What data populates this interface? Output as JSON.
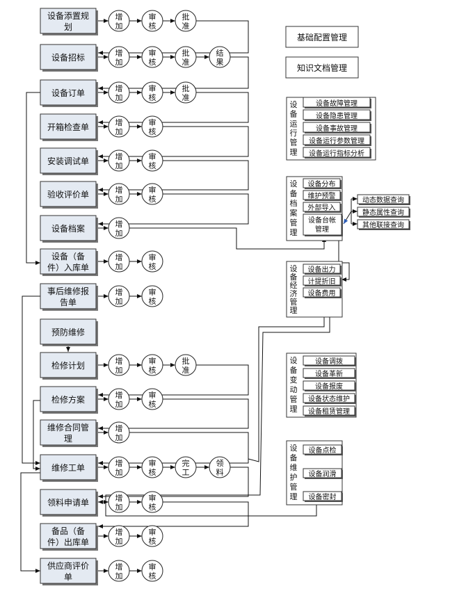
{
  "processes": [
    {
      "label": [
        "设备添置规",
        "划"
      ],
      "steps": [
        "增加",
        "审核",
        "批准"
      ]
    },
    {
      "label": [
        "设备招标"
      ],
      "steps": [
        "增加",
        "审核",
        "批准",
        "结果"
      ]
    },
    {
      "label": [
        "设备订单"
      ],
      "steps": [
        "增加",
        "审核",
        "批准"
      ]
    },
    {
      "label": [
        "开箱检查单"
      ],
      "steps": [
        "增加",
        "审核"
      ]
    },
    {
      "label": [
        "安装调试单"
      ],
      "steps": [
        "增加",
        "审核"
      ]
    },
    {
      "label": [
        "验收评价单"
      ],
      "steps": [
        "增加",
        "审核"
      ]
    },
    {
      "label": [
        "设备档案"
      ],
      "steps": [
        "增加"
      ]
    },
    {
      "label": [
        "设备（备",
        "件）入库单"
      ],
      "steps": [
        "增加",
        "审核"
      ]
    },
    {
      "label": [
        "事后维修报",
        "告单"
      ],
      "steps": [
        "增加",
        "审核"
      ]
    },
    {
      "label": [
        "预防维修"
      ],
      "steps": []
    },
    {
      "label": [
        "检修计划"
      ],
      "steps": [
        "增加",
        "审核",
        "批准"
      ]
    },
    {
      "label": [
        "检修方案"
      ],
      "steps": [
        "增加",
        "审核"
      ]
    },
    {
      "label": [
        "维修合同管",
        "理"
      ],
      "steps": [
        "增加"
      ]
    },
    {
      "label": [
        "维修工单"
      ],
      "steps": [
        "增加",
        "审核",
        "完工",
        "领料"
      ]
    },
    {
      "label": [
        "领料申请单"
      ],
      "steps": [
        "增加",
        "审核"
      ]
    },
    {
      "label": [
        "备品（备",
        "件）出库单"
      ],
      "steps": [
        "增加",
        "审核"
      ]
    },
    {
      "label": [
        "供应商评价",
        "单"
      ],
      "steps": [
        "增加",
        "审核"
      ]
    }
  ],
  "top_boxes": [
    "基础配置管理",
    "知识文档管理"
  ],
  "groups": [
    {
      "title": "设备运行管理",
      "items": [
        "设备故障管理",
        "设备隐患管理",
        "设备事故管理",
        "设备运行参数管理",
        "设备运行指标分析"
      ]
    },
    {
      "title": "设备档案管理",
      "items": [
        "设备分布",
        "维护预警",
        "外部导入"
      ],
      "main_item": [
        "设备台帐",
        "管理"
      ]
    },
    {
      "title": "设备经济管理",
      "items": [
        "设备出力",
        "计提折旧",
        "设备费用"
      ]
    },
    {
      "title": "设备变动管理",
      "items": [
        "设备调拨",
        "设备革新",
        "设备报废",
        "设备状态维护",
        "设备租赁管理"
      ]
    },
    {
      "title": "设备维护管理",
      "items": [
        "设备点检",
        "设备润滑",
        "设备密封"
      ]
    }
  ],
  "query_items": [
    "动态数据查询",
    "静态属性查询",
    "其他联接查询"
  ]
}
